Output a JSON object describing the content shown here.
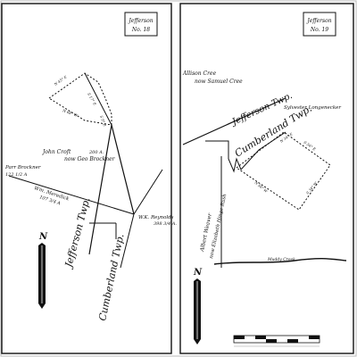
{
  "left_plate": {
    "district": "Jefferson",
    "plate_no": "No. 18",
    "owners": [
      {
        "name": "John Croft",
        "note": "now Geo Brockner",
        "acres": "200 A."
      },
      {
        "name": "Parr Brockner",
        "acres": "122 1/2 A"
      },
      {
        "name": "Wm. Meredick",
        "acres": "107 3/4 A"
      },
      {
        "name": "W.K. Reynolds",
        "acres": "398 3/4 A."
      }
    ],
    "boundaries": [
      {
        "label": "Jefferson Twp."
      },
      {
        "label": "Cumberland Twp."
      }
    ]
  },
  "right_plate": {
    "district": "Jefferson",
    "plate_no": "No. 19",
    "owners": [
      {
        "name": "Allison Cree",
        "note": "now Samuel Cree"
      },
      {
        "name": "Sylvester Longenecker"
      },
      {
        "name": "Albert Weaver",
        "note": "now Elizabeth Hinge Rush"
      }
    ],
    "boundaries": [
      {
        "label": "Jefferson Twp."
      },
      {
        "label": "Cumberland Twp."
      }
    ],
    "features": [
      {
        "label": "Muddy Creek"
      }
    ]
  },
  "north_arrows": [
    "N",
    "N"
  ]
}
